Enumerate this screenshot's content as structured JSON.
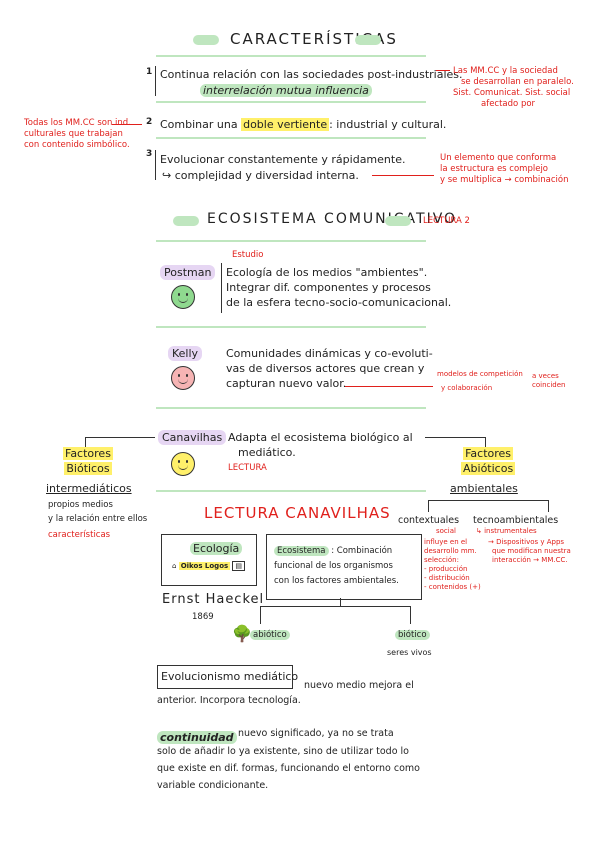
{
  "headings": {
    "caracteristicas": "CARACTERÍSTICAS",
    "ecosistema": "ECOSISTEMA COMUNICATIVO",
    "lectura2": "LECTURA 2",
    "lectura_canavilhas": "LECTURA CANAVILHAS"
  },
  "items": [
    {
      "num": "1",
      "line1": "Continua relación con las sociedades post-industriales.",
      "line2": "interrelación mutua influencia"
    },
    {
      "num": "2",
      "pre": "Combinar una",
      "mid": "doble vertiente",
      "post1": ": industrial y cultural."
    },
    {
      "num": "3",
      "line1": "Evolucionar constantemente y rápidamente.",
      "line2": "complejidad y diversidad interna."
    }
  ],
  "side_notes": {
    "right1": [
      "Las MM.CC y la sociedad",
      "se desarrollan en paralelo.",
      "Sist. Comunicat.  Sist. social",
      "afectado por"
    ],
    "left2": [
      "Todas los MM.CC son ind.",
      "culturales que trabajan",
      "con contenido simbólico."
    ],
    "right3": [
      "Un elemento que conforma",
      "la estructura es complejo",
      "y se multiplica → combinación"
    ]
  },
  "authors": [
    {
      "name": "Postman",
      "estudio": "Estudio",
      "lines": [
        "Ecología de los medios \"ambientes\".",
        "Integrar dif. componentes y procesos",
        "de la esfera tecno-socio-comunicacional."
      ]
    },
    {
      "name": "Kelly",
      "lines": [
        "Comunidades dinámicas y co-evoluti-",
        "vas de diversos actores que crean y",
        "capturan nuevo valor."
      ],
      "note": [
        "modelos de competición",
        "y colaboración"
      ],
      "note2": [
        "a veces",
        "coinciden"
      ]
    },
    {
      "name": "Canavilhas",
      "lines": [
        "Adapta el ecosistema biológico al",
        "mediático."
      ],
      "lectura": "LECTURA"
    }
  ],
  "factores": {
    "bioticos_title": [
      "Factores",
      "Bióticos"
    ],
    "intermediaticos": "intermediáticos",
    "bioticos_items": [
      "propios medios",
      "y la relación entre ellos"
    ],
    "caracteristicas": "características",
    "abioticos_title": [
      "Factores",
      "Abióticos"
    ],
    "ambientales": "ambientales",
    "contextuales": "contextuales",
    "social": "social",
    "contextuales_notes": [
      "influye en el",
      "desarrollo mm.",
      "selección:",
      "- producción",
      "- distribución",
      "- contenidos (+)"
    ],
    "tecnoambientales": "tecnoambientales",
    "instrumentales": "instrumentales",
    "tecno_notes": [
      "→ Dispositivos y Apps",
      "que modifican nuestra",
      "interacción → MM.CC."
    ]
  },
  "canavilhas": {
    "ecologia": "Ecología",
    "oikos_logos": "Oikos Logos",
    "ernst": "Ernst Haeckel",
    "year": "1869",
    "ecosistema_label": "Ecosistema",
    "ecosistema_def": [
      ": Combinación",
      "funcional de los organismos",
      "con los factores ambientales."
    ],
    "abiotico": "abiótico",
    "biotico": "biótico",
    "seres_vivos": "seres vivos",
    "evolucionismo": "Evolucionismo mediático",
    "evol_text1": "nuevo medio mejora el",
    "evol_text2": "anterior. Incorpora tecnología.",
    "continuidad": "continuidad",
    "cont_lines": [
      "nuevo significado, ya no se trata",
      "solo de añadir lo ya existente, sino de utilizar todo lo",
      "que existe en dif. formas, funcionando el entorno como",
      "variable condicionante."
    ]
  },
  "colors": {
    "green": "#bfe6bf",
    "yellow": "#fff06a",
    "purple": "#e6d6f3",
    "red": "#e0201c"
  }
}
